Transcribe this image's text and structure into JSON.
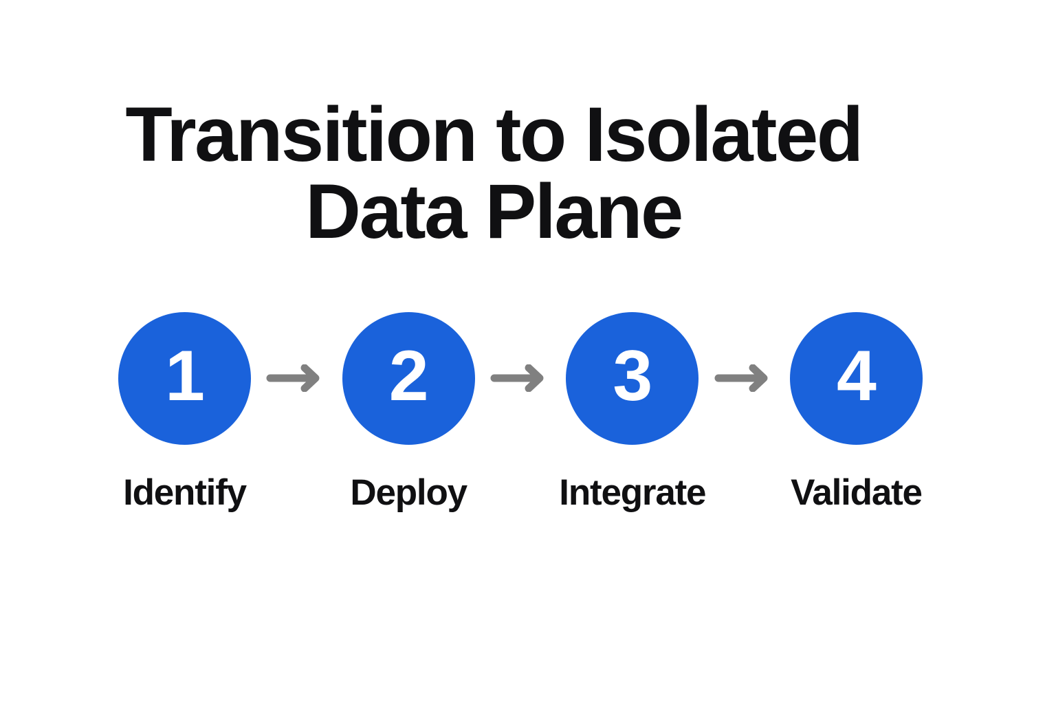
{
  "page": {
    "background_color": "#ffffff",
    "title_line_1": "Transition to Isolated",
    "title_line_2": "Data Plane",
    "title_color": "#101012"
  },
  "theme": {
    "accent_blue": "#1a62db",
    "arrow_gray": "#808080",
    "number_color": "#ffffff",
    "label_color": "#101012"
  },
  "process": {
    "arrow_icon": "arrow-right-icon",
    "steps": [
      {
        "number": "1",
        "label": "Identify"
      },
      {
        "number": "2",
        "label": "Deploy"
      },
      {
        "number": "3",
        "label": "Integrate"
      },
      {
        "number": "4",
        "label": "Validate"
      }
    ]
  }
}
